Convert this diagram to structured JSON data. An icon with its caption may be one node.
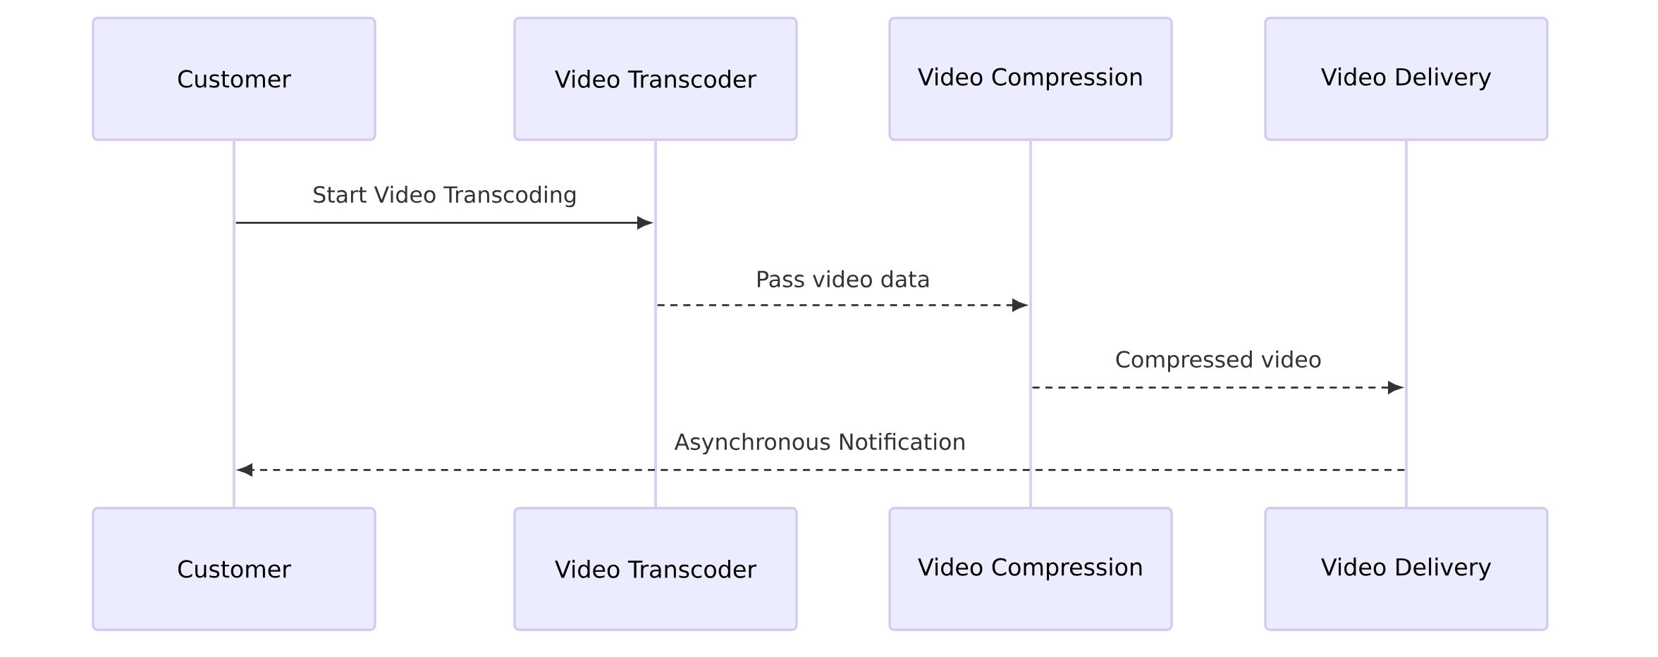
{
  "diagram": {
    "nodes": [
      {
        "text": [
          "Customer"
        ]
      },
      {
        "text": [
          "Video Transcoder"
        ]
      },
      {
        "text": [
          "Video Compression"
        ]
      },
      {
        "text": [
          "Video Delivery"
        ]
      },
      {
        "text": [],
        "shape": "bar"
      },
      {
        "text": [],
        "shape": "bar"
      },
      {
        "text": [],
        "shape": "bar"
      },
      {
        "text": [],
        "shape": "bar"
      },
      {
        "text": [
          "Customer"
        ]
      },
      {
        "text": [
          "Video Transcoder"
        ]
      },
      {
        "text": [
          "Video Compression"
        ]
      },
      {
        "text": [
          "Video Delivery"
        ]
      }
    ],
    "edges": [
      {
        "from": 4,
        "to": 5,
        "arrow": "to",
        "label": "Start Video Transcoding"
      },
      {
        "from": 5,
        "to": 6,
        "arrow": "to",
        "label": "Pass video data",
        "style": "dashed"
      },
      {
        "from": 6,
        "to": 7,
        "arrow": "to",
        "label": "Compressed video",
        "style": "dashed"
      },
      {
        "from": 7,
        "to": 4,
        "arrow": "to",
        "label": "Asynchronous Notification",
        "style": "dashed"
      }
    ]
  }
}
